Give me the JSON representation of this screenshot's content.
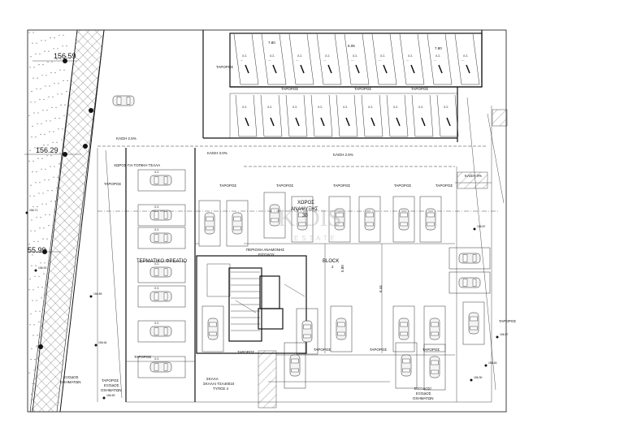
{
  "labels": {
    "taroros": "ΤΑΡΟΡΟΣ",
    "storage_title": "ΧΩΡΟΣ",
    "storage_sub": "ΑΝΑΨΥΞΗΣ",
    "storage_num": "30",
    "transformer": "ΤΕΡΜΑΤΙΚΟ ΦΡΕΑΤΙΟ",
    "block": "BLOCK",
    "block_num": "2",
    "exit_left": "ΕΞΟΔΟΣ",
    "exit_left_sub": "ΟΧΗΜΑΤΩΝ",
    "exit_left2": "ΕΞΟΔΟΣ",
    "exit_left2_sub": "ΟΧΗΜΑΤΩΝ",
    "exit_right": "ΕΙΣΟΔΟΣ/",
    "exit_right_sub": "ΕΞΟΔΟΣ",
    "exit_right_sub2": "ΟΧΗΜΑΤΩΝ",
    "lift_title": "ΣΚΑΛΑ",
    "lift_sub": "ΣΚΑΛΑΙ ΤΣΑ40010",
    "lift_sub2": "ΤΥΠΟΣ 4",
    "stairs": "ΠΕΡΙΟΧΗ ΑΝΑΜΟΝΗΣ",
    "stairs_sub": "ΕΙΣΟΔΟΥ",
    "kathi_1": "ΚΛΙΣΗ 2.5%",
    "kathi_2": "ΚΛΙΣΗ 3.0%",
    "kathi_3": "ΚΛΙΣΗ 2.5%",
    "kathi_4": "ΚΛΙΣΗ 0%",
    "dim_1": "5.80",
    "dim_2": "6.44",
    "dim_3": "7.80",
    "dim_4": "6.05",
    "dim_5": "7.80",
    "area_left": "ΧΩΡΟΣ ΓΙΑ ΤΟΠΙΚΗ ΤΣΑΛΑ",
    "note_left": "ΕΙΣΟΔΟΣ ΟΧΗΜΑΤΩΝ"
  },
  "elevations": [
    "156.59",
    "156.29",
    "55.99"
  ],
  "small_elev": [
    "156.71",
    "156.92",
    "156.89",
    "156.64",
    "156.69",
    "156.90",
    "156.67",
    "156.87",
    "156.83"
  ],
  "space_label": "Χ.Σ.",
  "colors": {
    "red": "#c0392b",
    "blue": "#2e86c1",
    "line": "#222222"
  }
}
